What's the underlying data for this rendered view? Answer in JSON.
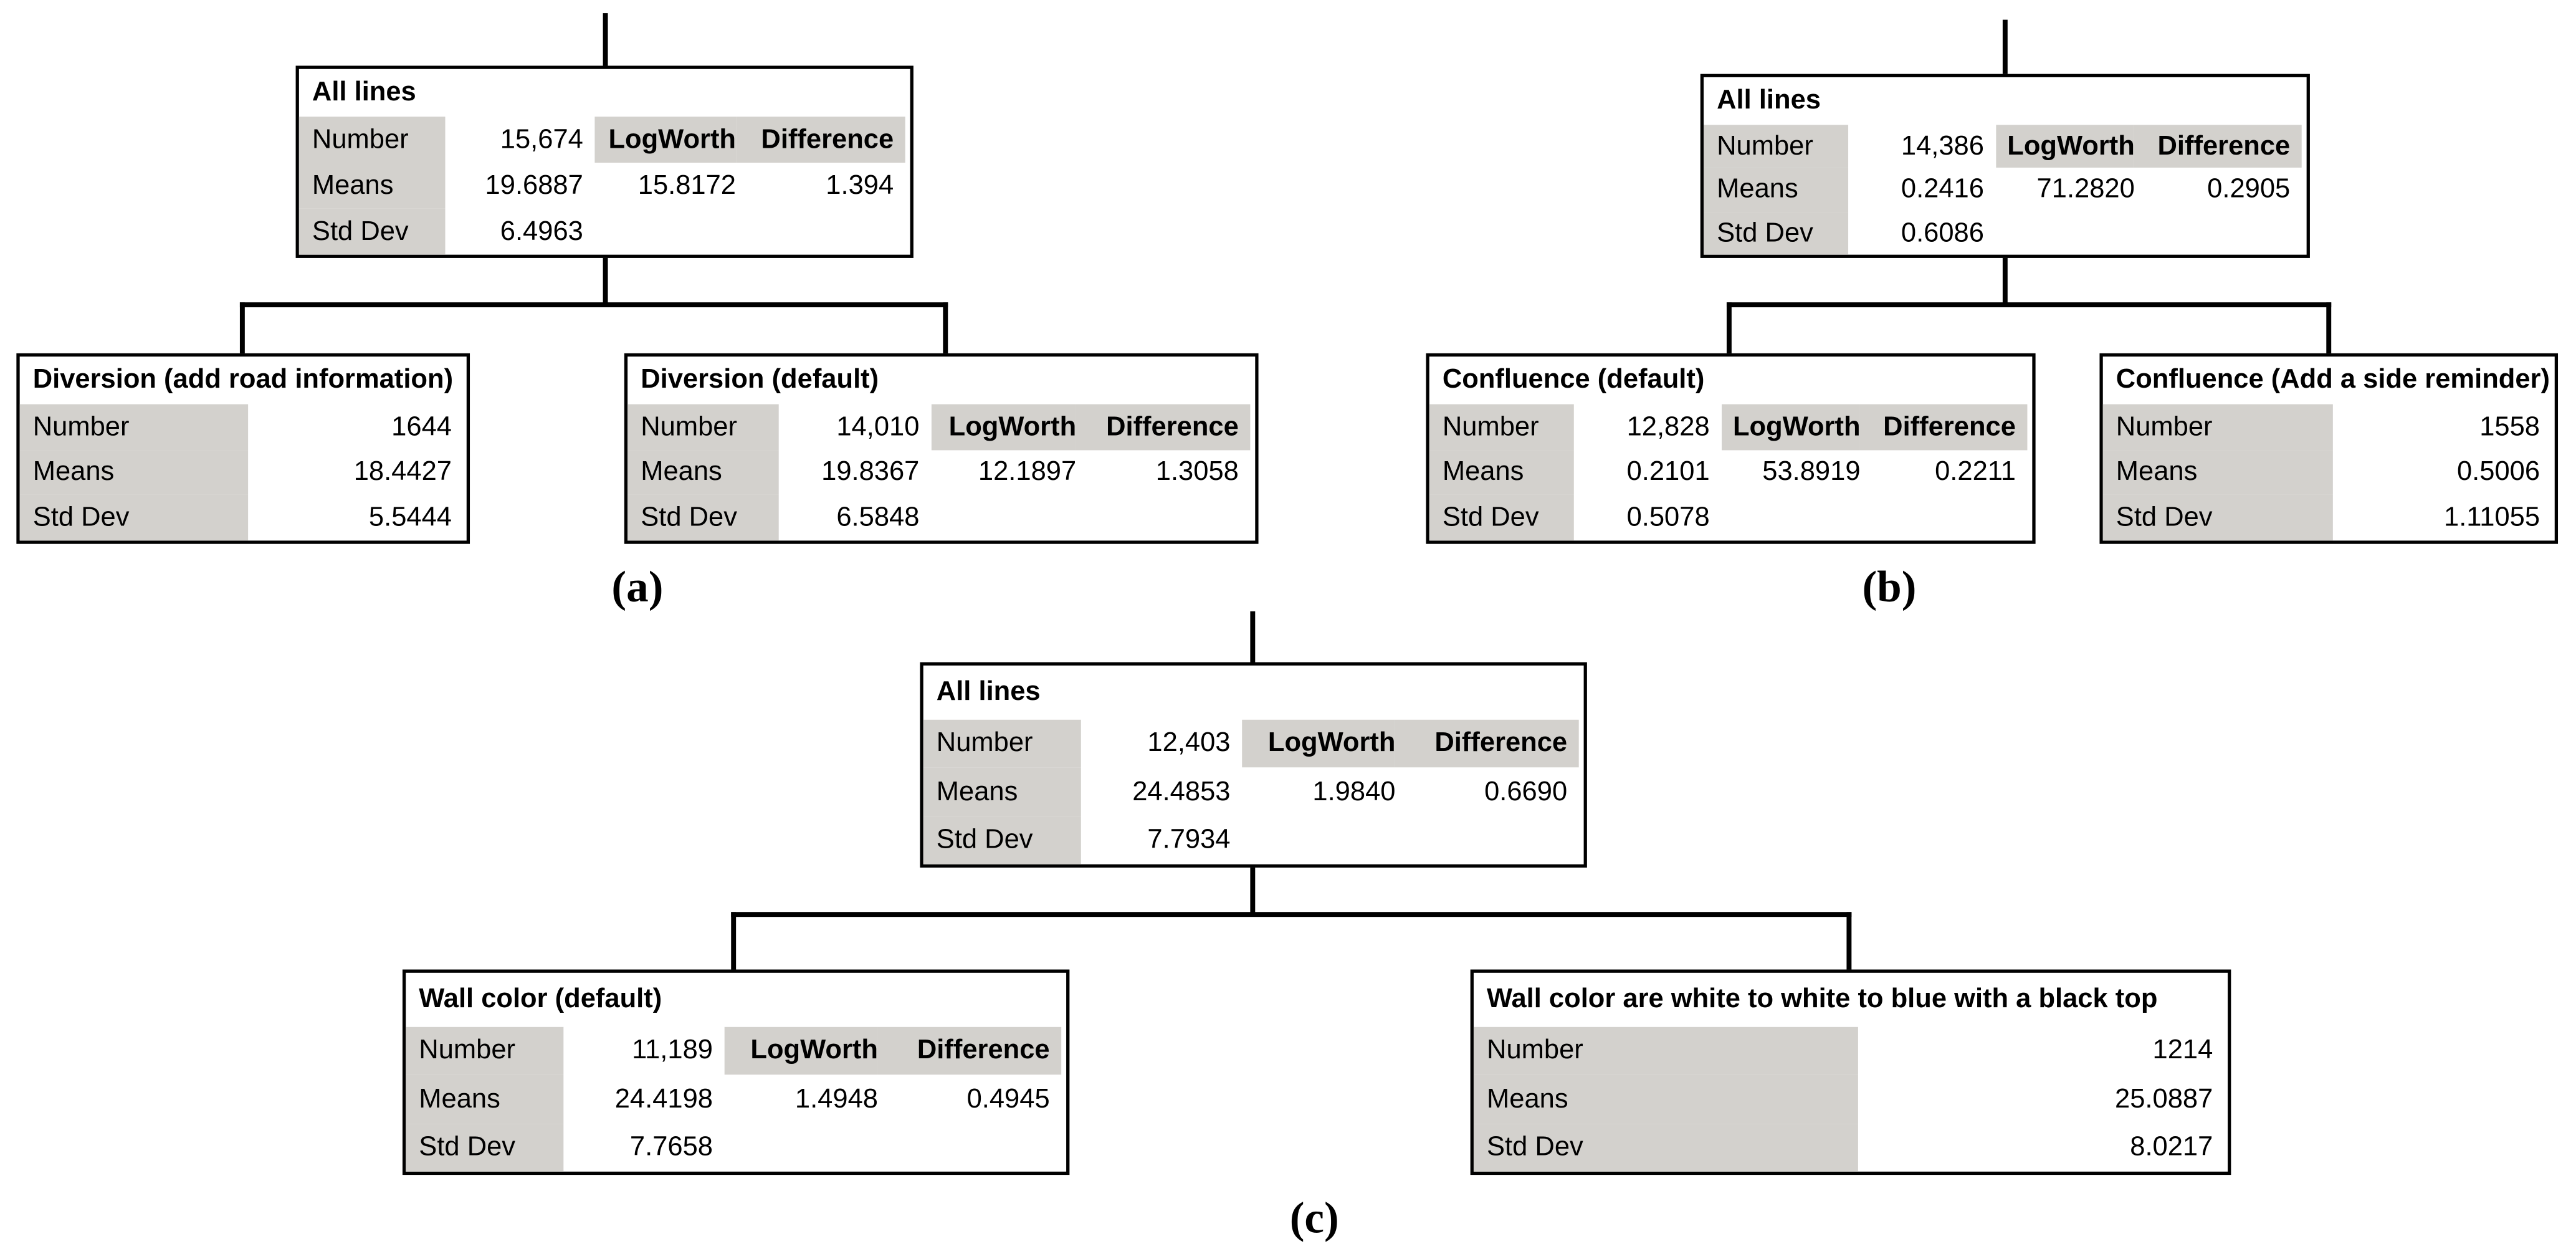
{
  "figure": {
    "row_labels": {
      "number": "Number",
      "means": "Means",
      "std_dev": "Std Dev"
    },
    "stat_headers": {
      "logworth": "LogWorth",
      "difference": "Difference"
    },
    "colors": {
      "cell_gray": "#d3d1cd",
      "line_black": "#000000",
      "background": "#ffffff"
    },
    "panels": [
      {
        "label": "(a)",
        "root": {
          "title": "All lines",
          "number": "15,674",
          "means": "19.6887",
          "std_dev": "6.4963",
          "logworth": "15.8172",
          "difference": "1.394"
        },
        "left_child": {
          "title": "Diversion (add road information)",
          "number": "1644",
          "means": "18.4427",
          "std_dev": "5.5444"
        },
        "right_child": {
          "title": "Diversion (default)",
          "number": "14,010",
          "means": "19.8367",
          "std_dev": "6.5848",
          "logworth": "12.1897",
          "difference": "1.3058"
        }
      },
      {
        "label": "(b)",
        "root": {
          "title": "All lines",
          "number": "14,386",
          "means": "0.2416",
          "std_dev": "0.6086",
          "logworth": "71.2820",
          "difference": "0.2905"
        },
        "left_child": {
          "title": "Confluence (default)",
          "number": "12,828",
          "means": "0.2101",
          "std_dev": "0.5078",
          "logworth": "53.8919",
          "difference": "0.2211"
        },
        "right_child": {
          "title": "Confluence (Add a side reminder)",
          "number": "1558",
          "means": "0.5006",
          "std_dev": "1.11055"
        }
      },
      {
        "label": "(c)",
        "root": {
          "title": "All lines",
          "number": "12,403",
          "means": "24.4853",
          "std_dev": "7.7934",
          "logworth": "1.9840",
          "difference": "0.6690"
        },
        "left_child": {
          "title": "Wall color (default)",
          "number": "11,189",
          "means": "24.4198",
          "std_dev": "7.7658",
          "logworth": "1.4948",
          "difference": "0.4945"
        },
        "right_child": {
          "title": "Wall color are white to white to blue with a black top",
          "number": "1214",
          "means": "25.0887",
          "std_dev": "8.0217"
        }
      }
    ]
  }
}
